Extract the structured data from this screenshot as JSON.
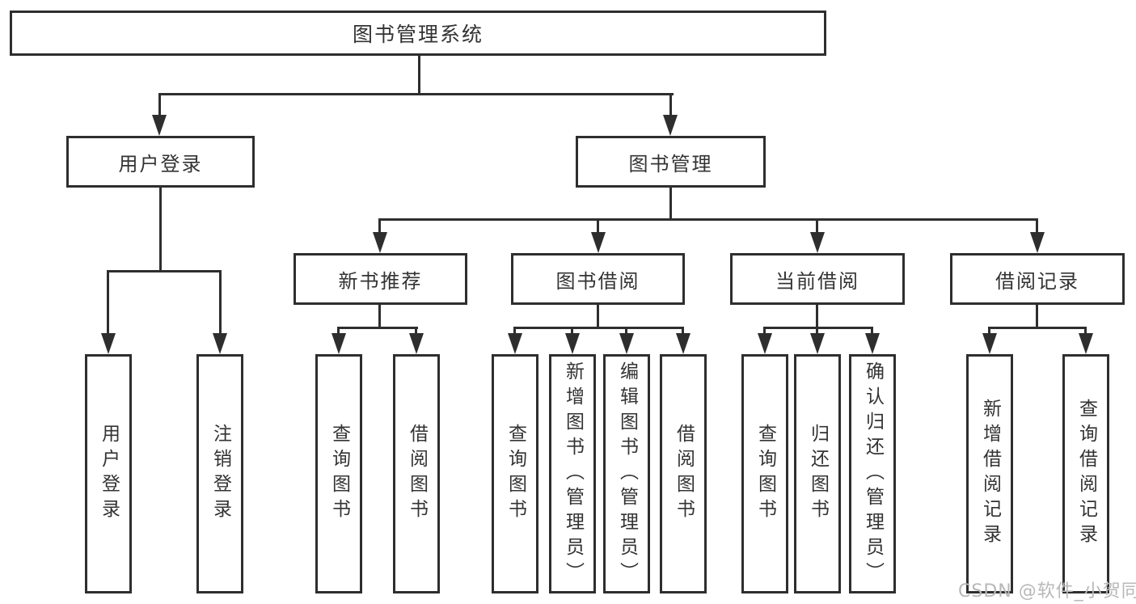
{
  "colors": {
    "line": "#2e2e2e",
    "text": "#333333",
    "watermark_text": "#b8b8b8",
    "background": "#ffffff",
    "box_fill": "#ffffff"
  },
  "diagram": {
    "root": {
      "label": "图书管理系统"
    },
    "level2": [
      {
        "label": "用户登录"
      },
      {
        "label": "图书管理"
      }
    ],
    "level3": [
      {
        "label": "新书推荐"
      },
      {
        "label": "图书借阅"
      },
      {
        "label": "当前借阅"
      },
      {
        "label": "借阅记录"
      }
    ],
    "leaves": [
      {
        "label": "用户登录"
      },
      {
        "label": "注销登录"
      },
      {
        "label": "查询图书"
      },
      {
        "label": "借阅图书"
      },
      {
        "label": "查询图书"
      },
      {
        "label": "新增图书（管理员）"
      },
      {
        "label": "编辑图书（管理员）"
      },
      {
        "label": "借阅图书"
      },
      {
        "label": "查询图书"
      },
      {
        "label": "归还图书"
      },
      {
        "label": "确认归还（管理员）"
      },
      {
        "label": "新增借阅记录"
      },
      {
        "label": "查询借阅记录"
      }
    ]
  },
  "watermark": {
    "text": "CSDN @软件_小贺同学"
  }
}
